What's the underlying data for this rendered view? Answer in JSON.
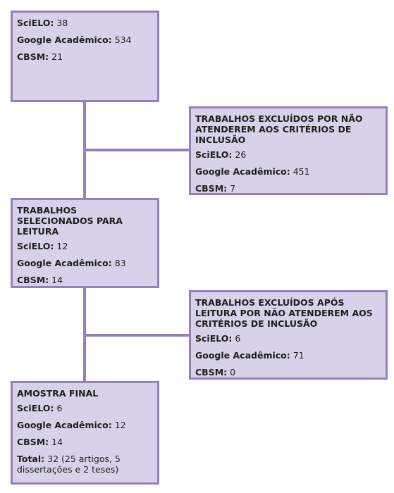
{
  "boxes": {
    "initial": {
      "title": "",
      "rows": [
        {
          "label": "SciELO:",
          "value": " 38"
        },
        {
          "label": "Google Acadêmico:",
          "value": " 534"
        },
        {
          "label": "CBSM:",
          "value": " 21"
        }
      ]
    },
    "excluded_criteria": {
      "title": "TRABALHOS EXCLUÍDOS POR NÃO ATENDEREM AOS CRITÉRIOS DE INCLUSÃO",
      "rows": [
        {
          "label": "SciELO:",
          "value": " 26"
        },
        {
          "label": "Google Acadêmico:",
          "value": " 451"
        },
        {
          "label": "CBSM:",
          "value": " 7"
        }
      ]
    },
    "selected": {
      "title": "TRABALHOS SELECIONADOS PARA LEITURA",
      "rows": [
        {
          "label": "SciELO:",
          "value": " 12"
        },
        {
          "label": "Google Acadêmico:",
          "value": " 83"
        },
        {
          "label": "CBSM:",
          "value": " 14"
        }
      ]
    },
    "excluded_reading": {
      "title": "TRABALHOS EXCLUÍDOS APÓS LEITURA POR NÃO ATENDEREM AOS CRITÉRIOS DE INCLUSÃO",
      "rows": [
        {
          "label": "SciELO:",
          "value": " 6"
        },
        {
          "label": "Google Acadêmico:",
          "value": " 71"
        },
        {
          "label": "CBSM:",
          "value": " 0"
        }
      ]
    },
    "final": {
      "title": "AMOSTRA FINAL",
      "rows": [
        {
          "label": "SciELO:",
          "value": " 6"
        },
        {
          "label": "Google Acadêmico:",
          "value": " 12"
        },
        {
          "label": "CBSM:",
          "value": " 14"
        }
      ],
      "total_label": "Total:",
      "total_value": " 32 (25 artigos, 5 dissertações e 2 teses)"
    }
  },
  "colors": {
    "box_fill": "#d7d2ea",
    "box_border": "#9480bf",
    "connector": "#9480bf"
  }
}
